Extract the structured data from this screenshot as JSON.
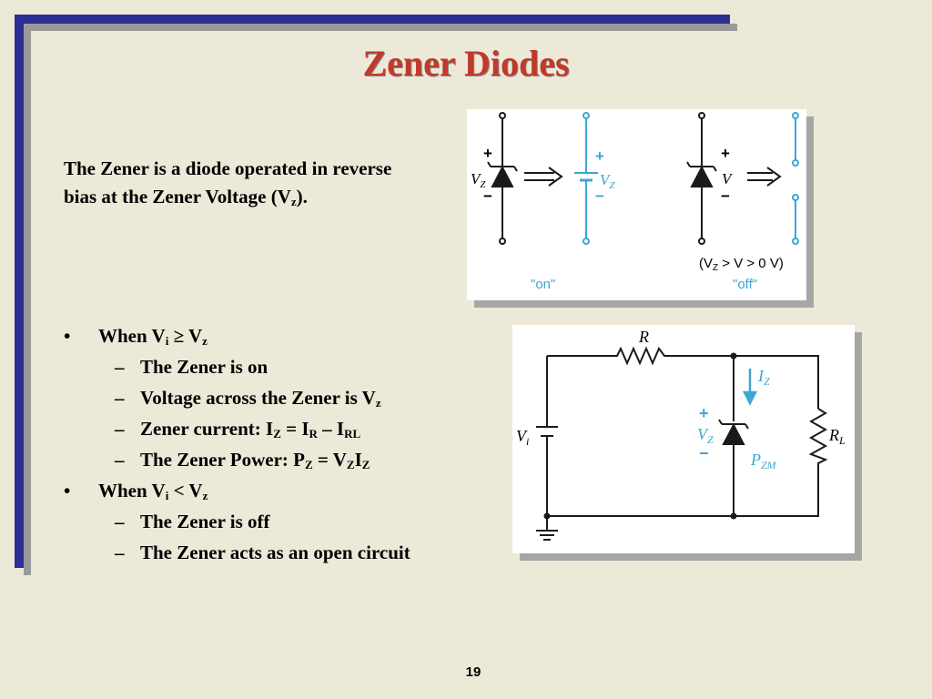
{
  "slide": {
    "title": "Zener Diodes",
    "page_number": "19",
    "intro": {
      "part1": "The Zener is a diode operated in reverse bias at the Zener Voltage (V",
      "sub": "z",
      "part2": ")."
    },
    "bullet_mark": "•",
    "dash_mark": "–",
    "bullets": {
      "b1": {
        "text": "When  V",
        "s1": "i",
        "op": " ≥ V",
        "s2": "z"
      },
      "b1a": {
        "text": "The Zener is on"
      },
      "b1b": {
        "text": "Voltage across the Zener is V",
        "s1": "z"
      },
      "b1c": {
        "text": "Zener current: I",
        "s1": "Z",
        "t2": " = I",
        "s2": "R",
        "t3": " – I",
        "s3": "RL"
      },
      "b1d": {
        "text": "The Zener Power: P",
        "s1": "Z",
        "t2": " = V",
        "s2": "Z",
        "t3": "I",
        "s3": "Z"
      },
      "b2": {
        "text": "When V",
        "s1": "i",
        "op": " < V",
        "s2": "z"
      },
      "b2a": {
        "text": "The Zener is off"
      },
      "b2b": {
        "text": "The Zener acts as an open circuit"
      }
    }
  },
  "figure1": {
    "plus": "+",
    "minus": "−",
    "vz_main": "V",
    "vz_sub": "Z",
    "v_label": "V",
    "condition": "(V",
    "condition_sub": "Z",
    "condition_rest": " > V > 0 V)",
    "on_label": "\"on\"",
    "off_label": "\"off\""
  },
  "figure2": {
    "r_label": "R",
    "vi_main": "V",
    "vi_sub": "i",
    "iz_main": "I",
    "iz_sub": "Z",
    "vz_main": "V",
    "vz_sub": "Z",
    "pzm_main": "P",
    "pzm_sub": "ZM",
    "rl_main": "R",
    "rl_sub": "L",
    "plus": "+",
    "minus": "−"
  },
  "colors": {
    "frame": "#2e2e94",
    "title": "#c0392b",
    "cyan": "#3aa7d4",
    "background": "#ece9d8"
  }
}
